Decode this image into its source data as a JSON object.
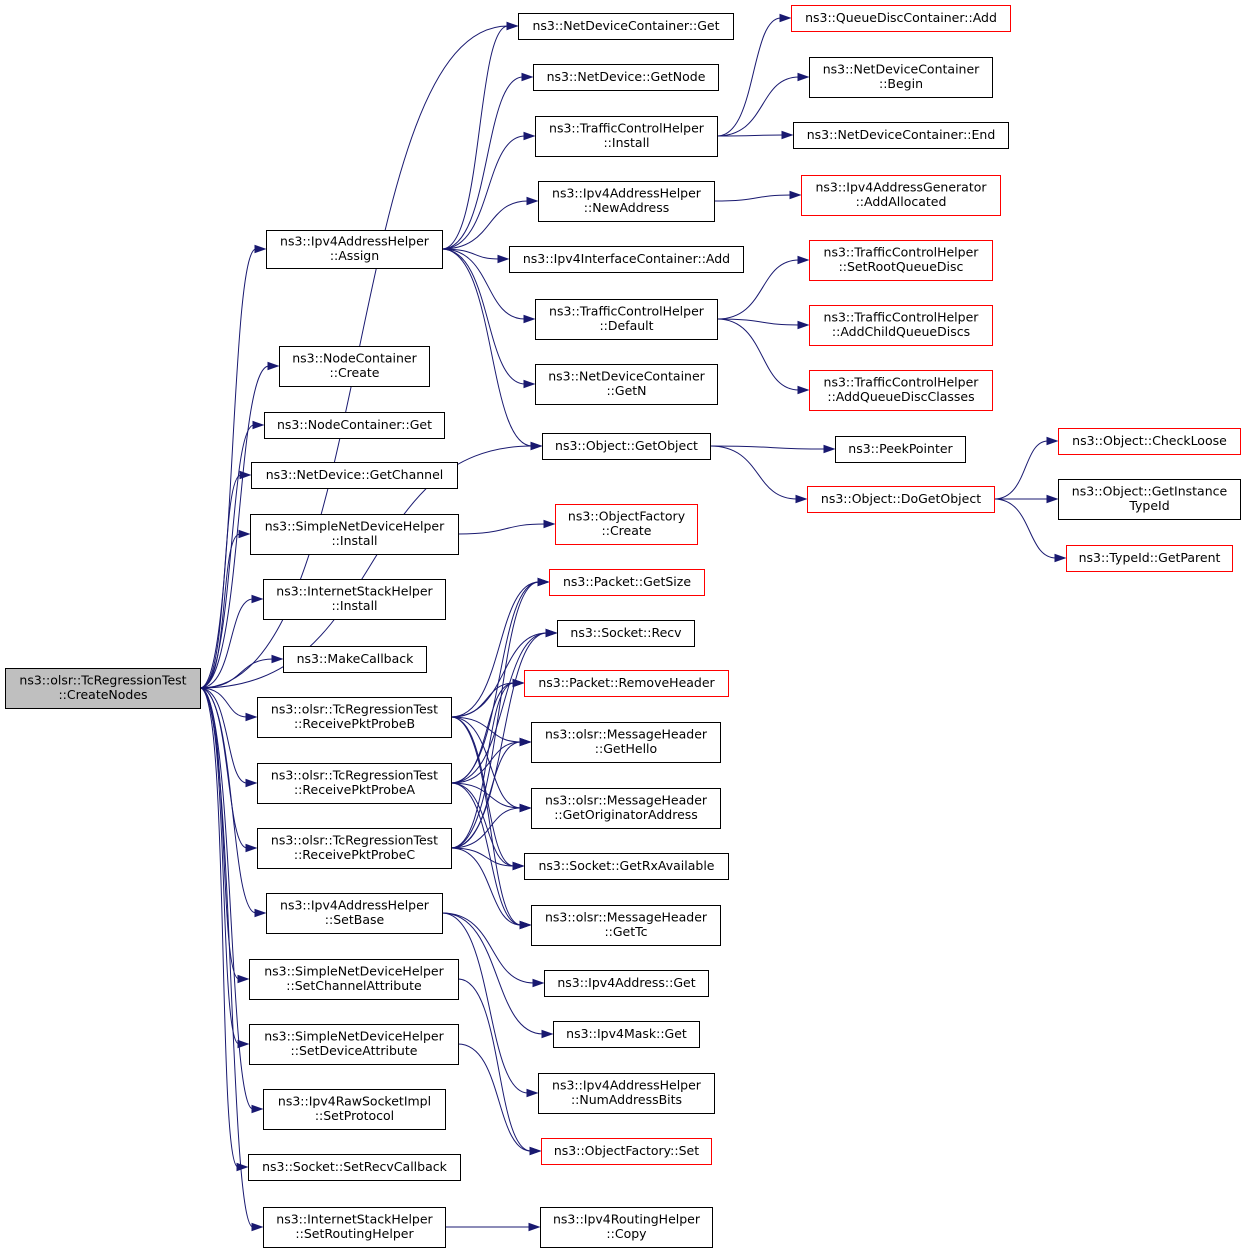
{
  "diagram": {
    "type": "call-graph",
    "colors": {
      "edge": "#191970",
      "box_border": "#000000",
      "box_border_truncated": "#ff0000",
      "root_fill": "#bfbfbf"
    },
    "nodes": [
      {
        "id": "root",
        "lines": [
          "ns3::olsr::TcRegressionTest",
          "::CreateNodes"
        ],
        "style": "root"
      },
      {
        "id": "ipv4AssignAddr",
        "lines": [
          "ns3::Ipv4AddressHelper",
          "::Assign"
        ],
        "style": "normal"
      },
      {
        "id": "nodeContCreate",
        "lines": [
          "ns3::NodeContainer",
          "::Create"
        ],
        "style": "normal"
      },
      {
        "id": "nodeContGet",
        "lines": [
          "ns3::NodeContainer::Get"
        ],
        "style": "normal"
      },
      {
        "id": "netDevGetChannel",
        "lines": [
          "ns3::NetDevice::GetChannel"
        ],
        "style": "normal"
      },
      {
        "id": "simpleNDHInstall",
        "lines": [
          "ns3::SimpleNetDeviceHelper",
          "::Install"
        ],
        "style": "normal"
      },
      {
        "id": "inetStackInstall",
        "lines": [
          "ns3::InternetStackHelper",
          "::Install"
        ],
        "style": "normal"
      },
      {
        "id": "makeCallback",
        "lines": [
          "ns3::MakeCallback"
        ],
        "style": "normal"
      },
      {
        "id": "recvB",
        "lines": [
          "ns3::olsr::TcRegressionTest",
          "::ReceivePktProbeB"
        ],
        "style": "normal"
      },
      {
        "id": "recvA",
        "lines": [
          "ns3::olsr::TcRegressionTest",
          "::ReceivePktProbeA"
        ],
        "style": "normal"
      },
      {
        "id": "recvC",
        "lines": [
          "ns3::olsr::TcRegressionTest",
          "::ReceivePktProbeC"
        ],
        "style": "normal"
      },
      {
        "id": "setBase",
        "lines": [
          "ns3::Ipv4AddressHelper",
          "::SetBase"
        ],
        "style": "normal"
      },
      {
        "id": "setChanAttr",
        "lines": [
          "ns3::SimpleNetDeviceHelper",
          "::SetChannelAttribute"
        ],
        "style": "normal"
      },
      {
        "id": "setDevAttr",
        "lines": [
          "ns3::SimpleNetDeviceHelper",
          "::SetDeviceAttribute"
        ],
        "style": "normal"
      },
      {
        "id": "setProtocol",
        "lines": [
          "ns3::Ipv4RawSocketImpl",
          "::SetProtocol"
        ],
        "style": "normal"
      },
      {
        "id": "setRecvCb",
        "lines": [
          "ns3::Socket::SetRecvCallback"
        ],
        "style": "normal"
      },
      {
        "id": "setRoutingHelper",
        "lines": [
          "ns3::InternetStackHelper",
          "::SetRoutingHelper"
        ],
        "style": "normal"
      },
      {
        "id": "ndcGet",
        "lines": [
          "ns3::NetDeviceContainer::Get"
        ],
        "style": "normal"
      },
      {
        "id": "ndGetNode",
        "lines": [
          "ns3::NetDevice::GetNode"
        ],
        "style": "normal"
      },
      {
        "id": "tchInstall",
        "lines": [
          "ns3::TrafficControlHelper",
          "::Install"
        ],
        "style": "normal"
      },
      {
        "id": "ipv4NewAddr",
        "lines": [
          "ns3::Ipv4AddressHelper",
          "::NewAddress"
        ],
        "style": "normal"
      },
      {
        "id": "ipv4IfcAdd",
        "lines": [
          "ns3::Ipv4InterfaceContainer::Add"
        ],
        "style": "normal"
      },
      {
        "id": "tchDefault",
        "lines": [
          "ns3::TrafficControlHelper",
          "::Default"
        ],
        "style": "normal"
      },
      {
        "id": "ndcGetN",
        "lines": [
          "ns3::NetDeviceContainer",
          "::GetN"
        ],
        "style": "normal"
      },
      {
        "id": "objGetObject",
        "lines": [
          "ns3::Object::GetObject"
        ],
        "style": "normal"
      },
      {
        "id": "ofCreate",
        "lines": [
          "ns3::ObjectFactory",
          "::Create"
        ],
        "style": "red"
      },
      {
        "id": "pktGetSize",
        "lines": [
          "ns3::Packet::GetSize"
        ],
        "style": "red"
      },
      {
        "id": "sockRecv",
        "lines": [
          "ns3::Socket::Recv"
        ],
        "style": "normal"
      },
      {
        "id": "pktRemoveHeader",
        "lines": [
          "ns3::Packet::RemoveHeader"
        ],
        "style": "red"
      },
      {
        "id": "mhGetHello",
        "lines": [
          "ns3::olsr::MessageHeader",
          "::GetHello"
        ],
        "style": "normal"
      },
      {
        "id": "mhGetOrig",
        "lines": [
          "ns3::olsr::MessageHeader",
          "::GetOriginatorAddress"
        ],
        "style": "normal"
      },
      {
        "id": "sockGetRxAvail",
        "lines": [
          "ns3::Socket::GetRxAvailable"
        ],
        "style": "normal"
      },
      {
        "id": "mhGetTc",
        "lines": [
          "ns3::olsr::MessageHeader",
          "::GetTc"
        ],
        "style": "normal"
      },
      {
        "id": "ipv4AddrGet",
        "lines": [
          "ns3::Ipv4Address::Get"
        ],
        "style": "normal"
      },
      {
        "id": "ipv4MaskGet",
        "lines": [
          "ns3::Ipv4Mask::Get"
        ],
        "style": "normal"
      },
      {
        "id": "ipv4NumBits",
        "lines": [
          "ns3::Ipv4AddressHelper",
          "::NumAddressBits"
        ],
        "style": "normal"
      },
      {
        "id": "ofSet",
        "lines": [
          "ns3::ObjectFactory::Set"
        ],
        "style": "red"
      },
      {
        "id": "ipv4RoutingCopy",
        "lines": [
          "ns3::Ipv4RoutingHelper",
          "::Copy"
        ],
        "style": "normal"
      },
      {
        "id": "qdcAdd",
        "lines": [
          "ns3::QueueDiscContainer::Add"
        ],
        "style": "red"
      },
      {
        "id": "ndcBegin",
        "lines": [
          "ns3::NetDeviceContainer",
          "::Begin"
        ],
        "style": "normal"
      },
      {
        "id": "ndcEnd",
        "lines": [
          "ns3::NetDeviceContainer::End"
        ],
        "style": "normal"
      },
      {
        "id": "ipv4AddrGenAlloc",
        "lines": [
          "ns3::Ipv4AddressGenerator",
          "::AddAllocated"
        ],
        "style": "red"
      },
      {
        "id": "tchSetRootQD",
        "lines": [
          "ns3::TrafficControlHelper",
          "::SetRootQueueDisc"
        ],
        "style": "red"
      },
      {
        "id": "tchAddChildQD",
        "lines": [
          "ns3::TrafficControlHelper",
          "::AddChildQueueDiscs"
        ],
        "style": "red"
      },
      {
        "id": "tchAddQDClasses",
        "lines": [
          "ns3::TrafficControlHelper",
          "::AddQueueDiscClasses"
        ],
        "style": "red"
      },
      {
        "id": "peekPointer",
        "lines": [
          "ns3::PeekPointer"
        ],
        "style": "normal"
      },
      {
        "id": "objDoGetObject",
        "lines": [
          "ns3::Object::DoGetObject"
        ],
        "style": "red"
      },
      {
        "id": "objCheckLoose",
        "lines": [
          "ns3::Object::CheckLoose"
        ],
        "style": "red"
      },
      {
        "id": "objGetInstTypeId",
        "lines": [
          "ns3::Object::GetInstance",
          "TypeId"
        ],
        "style": "normal"
      },
      {
        "id": "typeIdGetParent",
        "lines": [
          "ns3::TypeId::GetParent"
        ],
        "style": "red"
      }
    ],
    "edges": [
      [
        "root",
        "ipv4AssignAddr"
      ],
      [
        "root",
        "nodeContCreate"
      ],
      [
        "root",
        "nodeContGet"
      ],
      [
        "root",
        "netDevGetChannel"
      ],
      [
        "root",
        "simpleNDHInstall"
      ],
      [
        "root",
        "inetStackInstall"
      ],
      [
        "root",
        "makeCallback"
      ],
      [
        "root",
        "recvB"
      ],
      [
        "root",
        "recvA"
      ],
      [
        "root",
        "recvC"
      ],
      [
        "root",
        "setBase"
      ],
      [
        "root",
        "setChanAttr"
      ],
      [
        "root",
        "setDevAttr"
      ],
      [
        "root",
        "setProtocol"
      ],
      [
        "root",
        "setRecvCb"
      ],
      [
        "root",
        "setRoutingHelper"
      ],
      [
        "root",
        "ndcGet"
      ],
      [
        "root",
        "objGetObject"
      ],
      [
        "ipv4AssignAddr",
        "ndcGet"
      ],
      [
        "ipv4AssignAddr",
        "ndGetNode"
      ],
      [
        "ipv4AssignAddr",
        "tchInstall"
      ],
      [
        "ipv4AssignAddr",
        "ipv4NewAddr"
      ],
      [
        "ipv4AssignAddr",
        "ipv4IfcAdd"
      ],
      [
        "ipv4AssignAddr",
        "tchDefault"
      ],
      [
        "ipv4AssignAddr",
        "ndcGetN"
      ],
      [
        "ipv4AssignAddr",
        "objGetObject"
      ],
      [
        "tchInstall",
        "qdcAdd"
      ],
      [
        "tchInstall",
        "ndcBegin"
      ],
      [
        "tchInstall",
        "ndcEnd"
      ],
      [
        "ipv4NewAddr",
        "ipv4AddrGenAlloc"
      ],
      [
        "tchDefault",
        "tchSetRootQD"
      ],
      [
        "tchDefault",
        "tchAddChildQD"
      ],
      [
        "tchDefault",
        "tchAddQDClasses"
      ],
      [
        "objGetObject",
        "peekPointer"
      ],
      [
        "objGetObject",
        "objDoGetObject"
      ],
      [
        "objDoGetObject",
        "objCheckLoose"
      ],
      [
        "objDoGetObject",
        "objGetInstTypeId"
      ],
      [
        "objDoGetObject",
        "typeIdGetParent"
      ],
      [
        "simpleNDHInstall",
        "ofCreate"
      ],
      [
        "recvB",
        "pktGetSize"
      ],
      [
        "recvB",
        "sockRecv"
      ],
      [
        "recvB",
        "pktRemoveHeader"
      ],
      [
        "recvB",
        "mhGetHello"
      ],
      [
        "recvB",
        "mhGetOrig"
      ],
      [
        "recvB",
        "sockGetRxAvail"
      ],
      [
        "recvB",
        "mhGetTc"
      ],
      [
        "recvA",
        "pktGetSize"
      ],
      [
        "recvA",
        "sockRecv"
      ],
      [
        "recvA",
        "pktRemoveHeader"
      ],
      [
        "recvA",
        "mhGetHello"
      ],
      [
        "recvA",
        "mhGetOrig"
      ],
      [
        "recvA",
        "sockGetRxAvail"
      ],
      [
        "recvA",
        "mhGetTc"
      ],
      [
        "recvC",
        "pktGetSize"
      ],
      [
        "recvC",
        "sockRecv"
      ],
      [
        "recvC",
        "pktRemoveHeader"
      ],
      [
        "recvC",
        "mhGetHello"
      ],
      [
        "recvC",
        "mhGetOrig"
      ],
      [
        "recvC",
        "sockGetRxAvail"
      ],
      [
        "recvC",
        "mhGetTc"
      ],
      [
        "setBase",
        "ipv4AddrGet"
      ],
      [
        "setBase",
        "ipv4MaskGet"
      ],
      [
        "setBase",
        "ipv4NumBits"
      ],
      [
        "setChanAttr",
        "ofSet"
      ],
      [
        "setDevAttr",
        "ofSet"
      ],
      [
        "setRoutingHelper",
        "ipv4RoutingCopy"
      ]
    ]
  }
}
